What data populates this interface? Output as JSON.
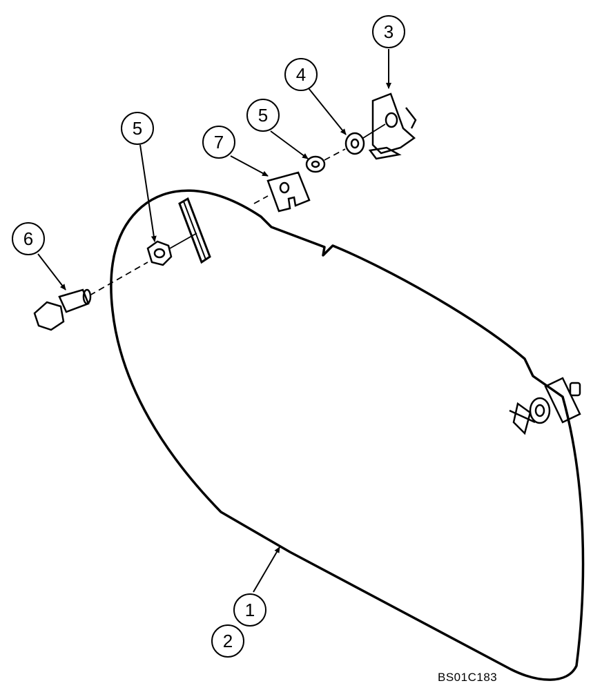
{
  "callouts": [
    {
      "id": "c1",
      "label": "1"
    },
    {
      "id": "c2",
      "label": "2"
    },
    {
      "id": "c3",
      "label": "3"
    },
    {
      "id": "c4",
      "label": "4"
    },
    {
      "id": "c5a",
      "label": "5"
    },
    {
      "id": "c5b",
      "label": "5"
    },
    {
      "id": "c6",
      "label": "6"
    },
    {
      "id": "c7",
      "label": "7"
    }
  ],
  "drawing_id": "BS01C183",
  "colors": {
    "line": "#000000",
    "background": "#ffffff"
  }
}
